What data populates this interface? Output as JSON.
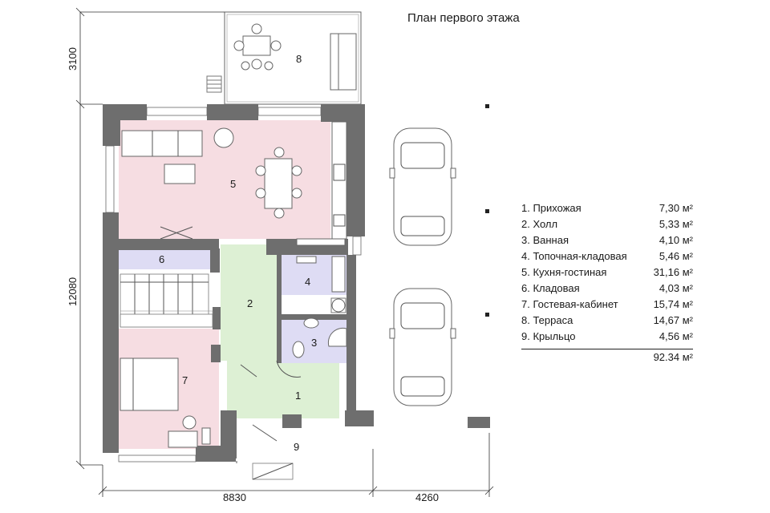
{
  "title": "План первого этажа",
  "rooms": [
    {
      "num": "1",
      "name": "Прихожая",
      "area": "7,30 м²"
    },
    {
      "num": "2",
      "name": "Холл",
      "area": "5,33 м²"
    },
    {
      "num": "3",
      "name": "Ванная",
      "area": "4,10 м²"
    },
    {
      "num": "4",
      "name": "Топочная-кладовая",
      "area": "5,46 м²"
    },
    {
      "num": "5",
      "name": "Кухня-гостиная",
      "area": "31,16 м²"
    },
    {
      "num": "6",
      "name": "Кладовая",
      "area": "4,03 м²"
    },
    {
      "num": "7",
      "name": "Гостевая-кабинет",
      "area": "15,74 м²"
    },
    {
      "num": "8",
      "name": "Терраса",
      "area": "14,67 м²"
    },
    {
      "num": "9",
      "name": "Крыльцо",
      "area": "4,56 м²"
    }
  ],
  "legend": [
    {
      "label": "1. Прихожая",
      "area": "7,30 м²"
    },
    {
      "label": "2. Холл",
      "area": "5,33 м²"
    },
    {
      "label": "3. Ванная",
      "area": "4,10 м²"
    },
    {
      "label": "4. Топочная-кладовая",
      "area": "5,46 м²"
    },
    {
      "label": "5. Кухня-гостиная",
      "area": "31,16 м²"
    },
    {
      "label": "6. Кладовая",
      "area": "4,03 м²"
    },
    {
      "label": "7. Гостевая-кабинет",
      "area": "15,74 м²"
    },
    {
      "label": "8. Терраса",
      "area": "14,67 м²"
    },
    {
      "label": "9. Крыльцо",
      "area": "4,56 м²"
    }
  ],
  "total": "92.34 м²",
  "dimensions": {
    "terrace_depth": "3100",
    "house_depth": "12080",
    "house_width": "8830",
    "parking_width": "4260"
  },
  "colors": {
    "living": "#f6dde2",
    "hall": "#ddf0d4",
    "service": "#dedcf4",
    "wall": "#6e6e6e"
  }
}
